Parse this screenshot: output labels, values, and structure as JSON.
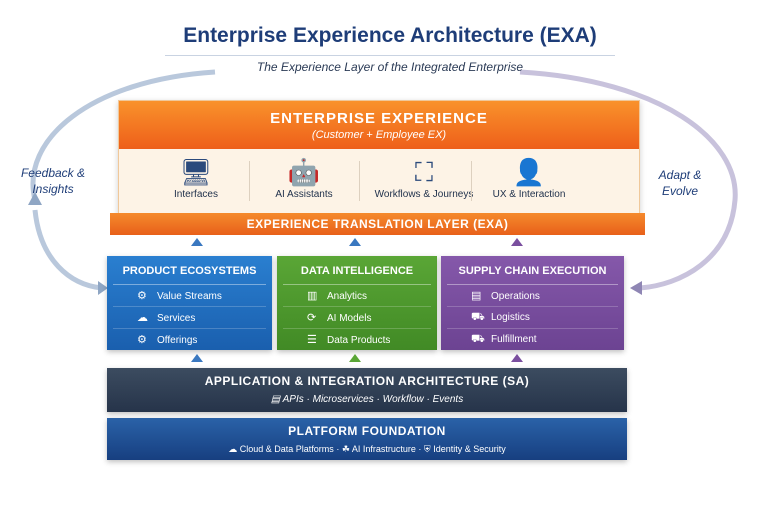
{
  "header": {
    "title": "Enterprise Experience Architecture (EXA)",
    "subtitle": "The Experience Layer of the Integrated Enterprise"
  },
  "side": {
    "left": "Feedback & Insights",
    "right": "Adapt & Evolve"
  },
  "experience": {
    "title": "ENTERPRISE EXPERIENCE",
    "subtitle": "(Customer + Employee EX)",
    "items": [
      {
        "label": "Interfaces",
        "icon": "devices-icon"
      },
      {
        "label": "AI Assistants",
        "icon": "robot-icon"
      },
      {
        "label": "Workflows & Journeys",
        "icon": "workflow-icon"
      },
      {
        "label": "UX & Interaction",
        "icon": "user-interaction-icon"
      }
    ],
    "translation_layer": "EXPERIENCE TRANSLATION LAYER (EXA)"
  },
  "columns": [
    {
      "title": "PRODUCT ECOSYSTEMS",
      "color": "#1f6fc0",
      "items": [
        "Value Streams",
        "Services",
        "Offerings"
      ]
    },
    {
      "title": "DATA INTELLIGENCE",
      "color": "#4f9a2e",
      "items": [
        "Analytics",
        "AI Models",
        "Data Products"
      ]
    },
    {
      "title": "SUPPLY CHAIN EXECUTION",
      "color": "#7a4f9f",
      "items": [
        "Operations",
        "Logistics",
        "Fulfillment"
      ]
    }
  ],
  "sa": {
    "title": "APPLICATION & INTEGRATION ARCHITECTURE (SA)",
    "subtitle": "APIs · Microservices · Workflow · Events"
  },
  "platform": {
    "title": "PLATFORM FOUNDATION",
    "items": [
      "Cloud & Data Platforms",
      "AI Infrastructure",
      "Identity & Security"
    ]
  }
}
